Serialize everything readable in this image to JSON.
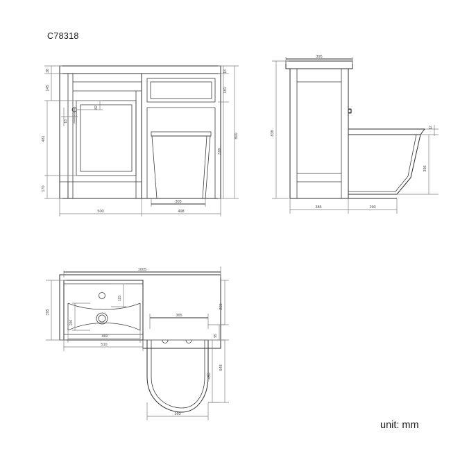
{
  "sheet": {
    "drawing_number": "C78318",
    "unit_note": "unit: mm",
    "background_color": "#ffffff",
    "line_color": "#2b2b2b",
    "dimension_color": "#7d7d7d"
  },
  "views": {
    "front_elevation": {
      "name": "front-elevation-view",
      "left_dimensions": [
        "38",
        "145",
        "481",
        "170"
      ],
      "inner_dimensions": [
        "82",
        "18"
      ],
      "right_dimensions": [
        "18",
        "181",
        "599",
        "800"
      ],
      "bottom_dimensions": [
        "500",
        "303",
        "498"
      ]
    },
    "side_elevation": {
      "name": "side-elevation-view",
      "top_dimensions": [
        "395"
      ],
      "left_dimensions": [
        "838"
      ],
      "right_dimensions": [
        "12",
        "395"
      ],
      "bottom_dimensions": [
        "385",
        "290"
      ]
    },
    "plan": {
      "name": "plan-view",
      "top_dimensions": [
        "1005"
      ],
      "left_dimensions": [
        "395"
      ],
      "inner_dimensions": [
        "115",
        "220",
        "460",
        "510"
      ],
      "toilet_dimensions": [
        "365",
        "95",
        "450",
        "360"
      ],
      "right_dimensions": [
        "250",
        "548"
      ]
    }
  },
  "dim_labels": {
    "d38": "38",
    "d145": "145",
    "d481": "481",
    "d170": "170",
    "d82": "82",
    "d18a": "18",
    "d18b": "18",
    "d181": "181",
    "d599": "599",
    "d800": "800",
    "d500": "500",
    "d303": "303",
    "d498": "498",
    "s395top": "395",
    "s838": "838",
    "s12": "12",
    "s395r": "395",
    "s385": "385",
    "s290": "290",
    "p1005": "1005",
    "p395": "395",
    "p115": "115",
    "p220": "220",
    "p460": "460",
    "p510": "510",
    "p365": "365",
    "p95": "95",
    "p250": "250",
    "p450": "450",
    "p548": "548",
    "p360": "360"
  }
}
